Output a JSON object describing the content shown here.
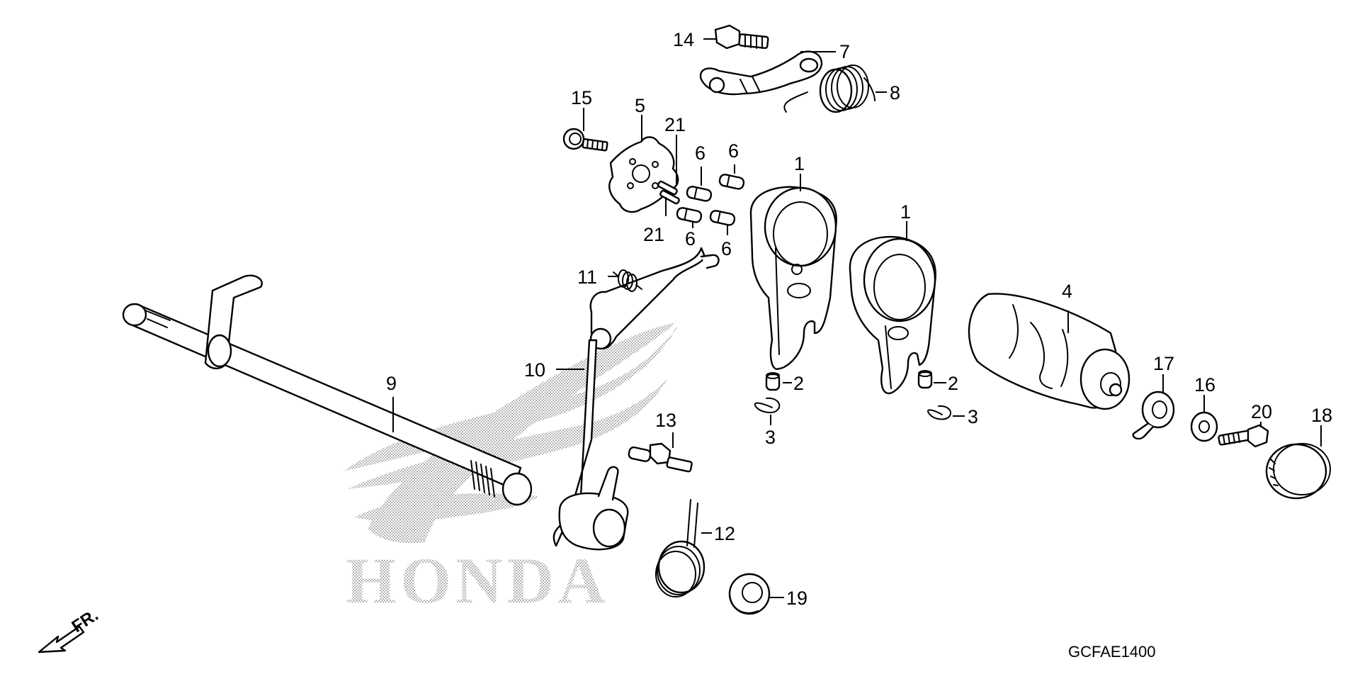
{
  "diagram": {
    "code": "GCFAE1400",
    "front_label": "FR.",
    "watermark_text": "HONDA",
    "callouts": {
      "c1a": "1",
      "c1b": "1",
      "c2a": "2",
      "c2b": "2",
      "c3a": "3",
      "c3b": "3",
      "c4": "4",
      "c5": "5",
      "c6a": "6",
      "c6b": "6",
      "c6c": "6",
      "c6d": "6",
      "c7": "7",
      "c8": "8",
      "c9": "9",
      "c10": "10",
      "c11": "11",
      "c12": "12",
      "c13": "13",
      "c14": "14",
      "c15": "15",
      "c16": "16",
      "c17": "17",
      "c18": "18",
      "c19": "19",
      "c20": "20",
      "c21a": "21",
      "c21b": "21"
    }
  }
}
